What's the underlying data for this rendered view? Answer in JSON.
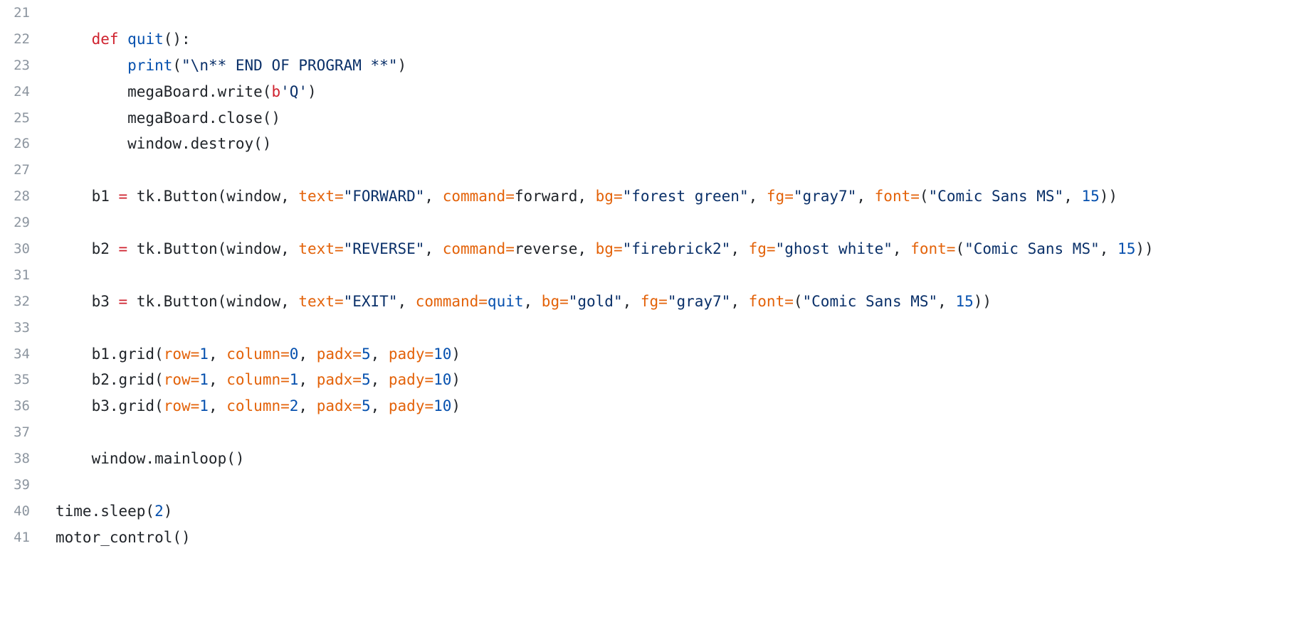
{
  "editor": {
    "lines": [
      {
        "number": "21",
        "tokens": []
      },
      {
        "number": "22",
        "tokens": [
          {
            "text": "    ",
            "kind": "plain"
          },
          {
            "text": "def",
            "kind": "kw"
          },
          {
            "text": " ",
            "kind": "plain"
          },
          {
            "text": "quit",
            "kind": "fn"
          },
          {
            "text": "():",
            "kind": "plain"
          }
        ]
      },
      {
        "number": "23",
        "tokens": [
          {
            "text": "        ",
            "kind": "plain"
          },
          {
            "text": "print",
            "kind": "fn"
          },
          {
            "text": "(",
            "kind": "plain"
          },
          {
            "text": "\"\\n** END OF PROGRAM **\"",
            "kind": "str"
          },
          {
            "text": ")",
            "kind": "plain"
          }
        ]
      },
      {
        "number": "24",
        "tokens": [
          {
            "text": "        megaBoard.write(",
            "kind": "plain"
          },
          {
            "text": "b",
            "kind": "kw"
          },
          {
            "text": "'Q'",
            "kind": "str"
          },
          {
            "text": ")",
            "kind": "plain"
          }
        ]
      },
      {
        "number": "25",
        "tokens": [
          {
            "text": "        megaBoard.close()",
            "kind": "plain"
          }
        ]
      },
      {
        "number": "26",
        "tokens": [
          {
            "text": "        window.destroy()",
            "kind": "plain"
          }
        ]
      },
      {
        "number": "27",
        "tokens": []
      },
      {
        "number": "28",
        "tokens": [
          {
            "text": "    b1 ",
            "kind": "plain"
          },
          {
            "text": "=",
            "kind": "op"
          },
          {
            "text": " tk.Button(window, ",
            "kind": "plain"
          },
          {
            "text": "text=",
            "kind": "param"
          },
          {
            "text": "\"FORWARD\"",
            "kind": "str"
          },
          {
            "text": ", ",
            "kind": "plain"
          },
          {
            "text": "command=",
            "kind": "param"
          },
          {
            "text": "forward, ",
            "kind": "plain"
          },
          {
            "text": "bg=",
            "kind": "param"
          },
          {
            "text": "\"forest green\"",
            "kind": "str"
          },
          {
            "text": ", ",
            "kind": "plain"
          },
          {
            "text": "fg=",
            "kind": "param"
          },
          {
            "text": "\"gray7\"",
            "kind": "str"
          },
          {
            "text": ", ",
            "kind": "plain"
          },
          {
            "text": "font=",
            "kind": "param"
          },
          {
            "text": "(",
            "kind": "plain"
          },
          {
            "text": "\"Comic Sans MS\"",
            "kind": "str"
          },
          {
            "text": ", ",
            "kind": "plain"
          },
          {
            "text": "15",
            "kind": "num"
          },
          {
            "text": "))",
            "kind": "plain"
          }
        ]
      },
      {
        "number": "29",
        "tokens": []
      },
      {
        "number": "30",
        "tokens": [
          {
            "text": "    b2 ",
            "kind": "plain"
          },
          {
            "text": "=",
            "kind": "op"
          },
          {
            "text": " tk.Button(window, ",
            "kind": "plain"
          },
          {
            "text": "text=",
            "kind": "param"
          },
          {
            "text": "\"REVERSE\"",
            "kind": "str"
          },
          {
            "text": ", ",
            "kind": "plain"
          },
          {
            "text": "command=",
            "kind": "param"
          },
          {
            "text": "reverse, ",
            "kind": "plain"
          },
          {
            "text": "bg=",
            "kind": "param"
          },
          {
            "text": "\"firebrick2\"",
            "kind": "str"
          },
          {
            "text": ", ",
            "kind": "plain"
          },
          {
            "text": "fg=",
            "kind": "param"
          },
          {
            "text": "\"ghost white\"",
            "kind": "str"
          },
          {
            "text": ", ",
            "kind": "plain"
          },
          {
            "text": "font=",
            "kind": "param"
          },
          {
            "text": "(",
            "kind": "plain"
          },
          {
            "text": "\"Comic Sans MS\"",
            "kind": "str"
          },
          {
            "text": ", ",
            "kind": "plain"
          },
          {
            "text": "15",
            "kind": "num"
          },
          {
            "text": "))",
            "kind": "plain"
          }
        ]
      },
      {
        "number": "31",
        "tokens": []
      },
      {
        "number": "32",
        "tokens": [
          {
            "text": "    b3 ",
            "kind": "plain"
          },
          {
            "text": "=",
            "kind": "op"
          },
          {
            "text": " tk.Button(window, ",
            "kind": "plain"
          },
          {
            "text": "text=",
            "kind": "param"
          },
          {
            "text": "\"EXIT\"",
            "kind": "str"
          },
          {
            "text": ", ",
            "kind": "plain"
          },
          {
            "text": "command=",
            "kind": "param"
          },
          {
            "text": "quit",
            "kind": "fn"
          },
          {
            "text": ", ",
            "kind": "plain"
          },
          {
            "text": "bg=",
            "kind": "param"
          },
          {
            "text": "\"gold\"",
            "kind": "str"
          },
          {
            "text": ", ",
            "kind": "plain"
          },
          {
            "text": "fg=",
            "kind": "param"
          },
          {
            "text": "\"gray7\"",
            "kind": "str"
          },
          {
            "text": ", ",
            "kind": "plain"
          },
          {
            "text": "font=",
            "kind": "param"
          },
          {
            "text": "(",
            "kind": "plain"
          },
          {
            "text": "\"Comic Sans MS\"",
            "kind": "str"
          },
          {
            "text": ", ",
            "kind": "plain"
          },
          {
            "text": "15",
            "kind": "num"
          },
          {
            "text": "))",
            "kind": "plain"
          }
        ]
      },
      {
        "number": "33",
        "tokens": []
      },
      {
        "number": "34",
        "tokens": [
          {
            "text": "    b1.grid(",
            "kind": "plain"
          },
          {
            "text": "row=",
            "kind": "param"
          },
          {
            "text": "1",
            "kind": "num"
          },
          {
            "text": ", ",
            "kind": "plain"
          },
          {
            "text": "column=",
            "kind": "param"
          },
          {
            "text": "0",
            "kind": "num"
          },
          {
            "text": ", ",
            "kind": "plain"
          },
          {
            "text": "padx=",
            "kind": "param"
          },
          {
            "text": "5",
            "kind": "num"
          },
          {
            "text": ", ",
            "kind": "plain"
          },
          {
            "text": "pady=",
            "kind": "param"
          },
          {
            "text": "10",
            "kind": "num"
          },
          {
            "text": ")",
            "kind": "plain"
          }
        ]
      },
      {
        "number": "35",
        "tokens": [
          {
            "text": "    b2.grid(",
            "kind": "plain"
          },
          {
            "text": "row=",
            "kind": "param"
          },
          {
            "text": "1",
            "kind": "num"
          },
          {
            "text": ", ",
            "kind": "plain"
          },
          {
            "text": "column=",
            "kind": "param"
          },
          {
            "text": "1",
            "kind": "num"
          },
          {
            "text": ", ",
            "kind": "plain"
          },
          {
            "text": "padx=",
            "kind": "param"
          },
          {
            "text": "5",
            "kind": "num"
          },
          {
            "text": ", ",
            "kind": "plain"
          },
          {
            "text": "pady=",
            "kind": "param"
          },
          {
            "text": "10",
            "kind": "num"
          },
          {
            "text": ")",
            "kind": "plain"
          }
        ]
      },
      {
        "number": "36",
        "tokens": [
          {
            "text": "    b3.grid(",
            "kind": "plain"
          },
          {
            "text": "row=",
            "kind": "param"
          },
          {
            "text": "1",
            "kind": "num"
          },
          {
            "text": ", ",
            "kind": "plain"
          },
          {
            "text": "column=",
            "kind": "param"
          },
          {
            "text": "2",
            "kind": "num"
          },
          {
            "text": ", ",
            "kind": "plain"
          },
          {
            "text": "padx=",
            "kind": "param"
          },
          {
            "text": "5",
            "kind": "num"
          },
          {
            "text": ", ",
            "kind": "plain"
          },
          {
            "text": "pady=",
            "kind": "param"
          },
          {
            "text": "10",
            "kind": "num"
          },
          {
            "text": ")",
            "kind": "plain"
          }
        ]
      },
      {
        "number": "37",
        "tokens": []
      },
      {
        "number": "38",
        "tokens": [
          {
            "text": "    window.mainloop()",
            "kind": "plain"
          }
        ]
      },
      {
        "number": "39",
        "tokens": []
      },
      {
        "number": "40",
        "tokens": [
          {
            "text": "time.sleep(",
            "kind": "plain"
          },
          {
            "text": "2",
            "kind": "num"
          },
          {
            "text": ")",
            "kind": "plain"
          }
        ]
      },
      {
        "number": "41",
        "tokens": [
          {
            "text": "motor_control()",
            "kind": "plain"
          }
        ]
      }
    ]
  }
}
